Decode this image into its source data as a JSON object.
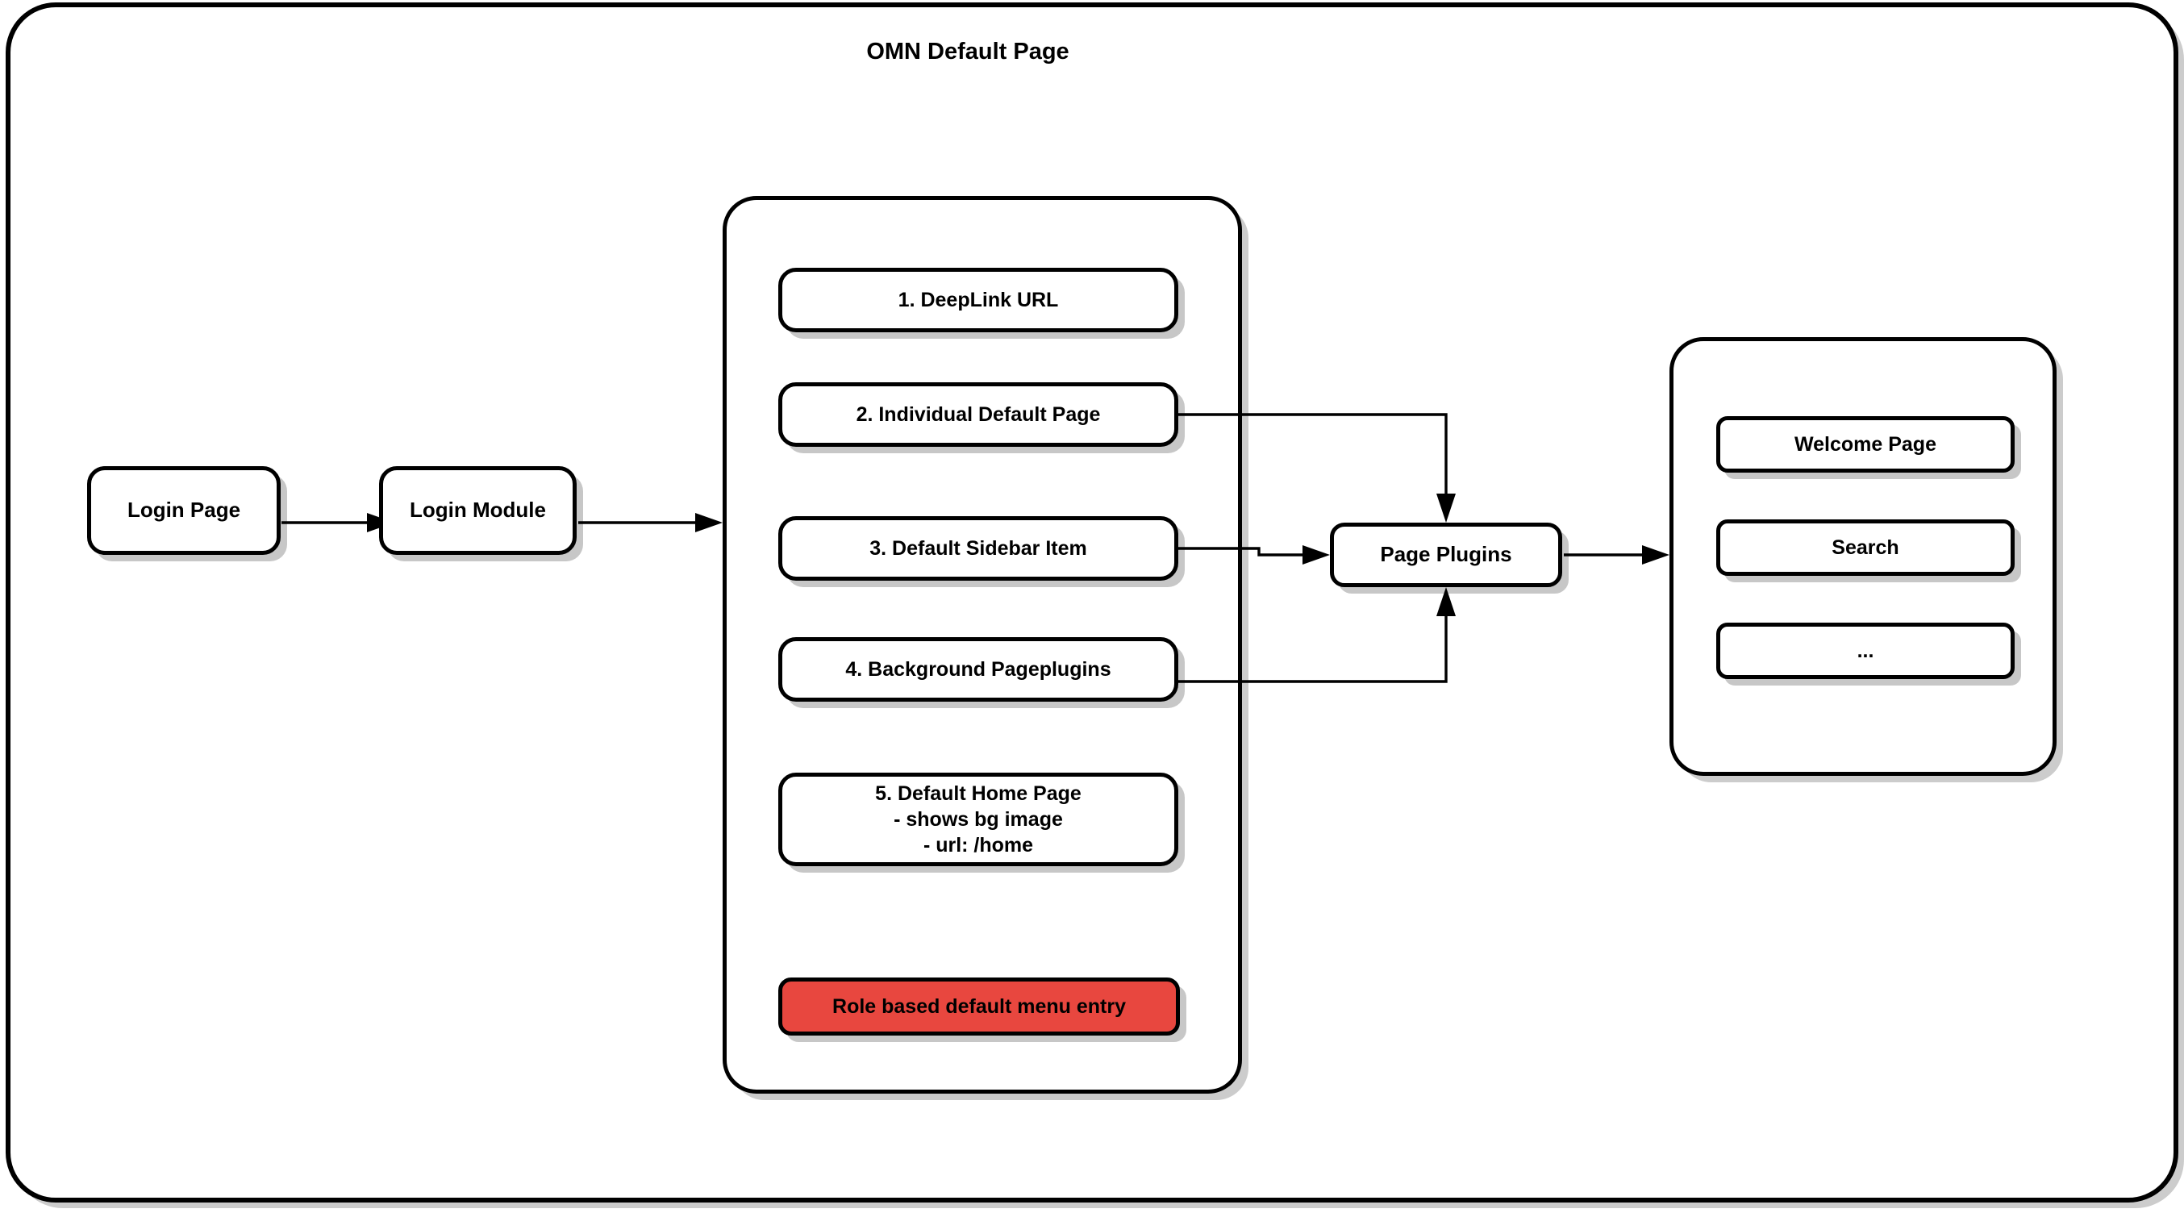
{
  "diagram": {
    "title": "OMN Default Page",
    "type": "flowchart",
    "accent_color": "#e8473f",
    "line_color": "#000000",
    "background": "#ffffff"
  },
  "flow": {
    "login_page": "Login Page",
    "login_module": "Login Module",
    "page_plugins": "Page Plugins"
  },
  "default_page_options": [
    {
      "label": "1. DeepLink URL"
    },
    {
      "label": "2. Individual Default Page"
    },
    {
      "label": "3. Default Sidebar Item"
    },
    {
      "label": "4. Background Pageplugins"
    },
    {
      "label": "5. Default Home Page",
      "line1": "5. Default Home Page",
      "line2": "- shows bg image",
      "line3": "- url: /home"
    }
  ],
  "role_entry": {
    "label": "Role based default menu entry",
    "color": "#e8473f"
  },
  "page_plugins_list": [
    {
      "label": "Welcome Page"
    },
    {
      "label": "Search"
    },
    {
      "label": "..."
    }
  ],
  "edges": [
    {
      "from": "Login Page",
      "to": "Login Module"
    },
    {
      "from": "Login Module",
      "to": "OMN Default Page container"
    },
    {
      "from": "2. Individual Default Page",
      "to": "Page Plugins"
    },
    {
      "from": "3. Default Sidebar Item",
      "to": "Page Plugins"
    },
    {
      "from": "4. Background Pageplugins",
      "to": "Page Plugins"
    },
    {
      "from": "Page Plugins",
      "to": "Page Plugins container"
    }
  ]
}
